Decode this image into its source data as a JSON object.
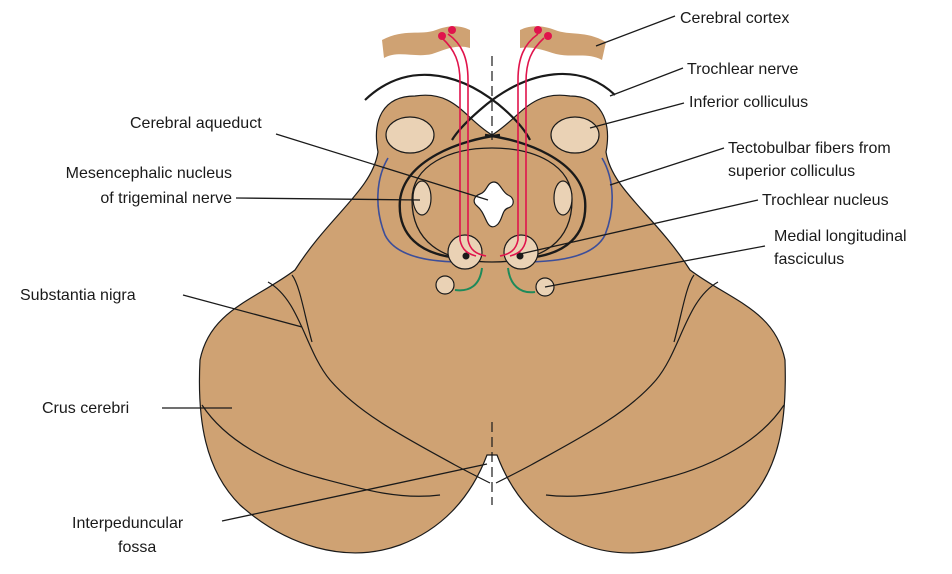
{
  "colors": {
    "tissue": "#CFA273",
    "outline": "#1a1a1a",
    "red_tract": "#E0144C",
    "blue_tract": "#3C4E9A",
    "green_tract": "#1E8A5A",
    "nucleus_fill": "#EAD2B5"
  },
  "labels": {
    "cerebral_cortex": "Cerebral cortex",
    "trochlear_nerve": "Trochlear nerve",
    "inferior_colliculus": "Inferior colliculus",
    "cerebral_aqueduct": "Cerebral aqueduct",
    "tectobulbar_1": "Tectobulbar fibers from",
    "tectobulbar_2": "superior colliculus",
    "mesencephalic_1": "Mesencephalic nucleus",
    "mesencephalic_2": "of trigeminal nerve",
    "trochlear_nucleus": "Trochlear nucleus",
    "mlf_1": "Medial longitudinal",
    "mlf_2": "fasciculus",
    "substantia_nigra": "Substantia nigra",
    "crus_cerebri": "Crus cerebri",
    "interpeduncular_1": "Interpeduncular",
    "interpeduncular_2": "fossa"
  }
}
